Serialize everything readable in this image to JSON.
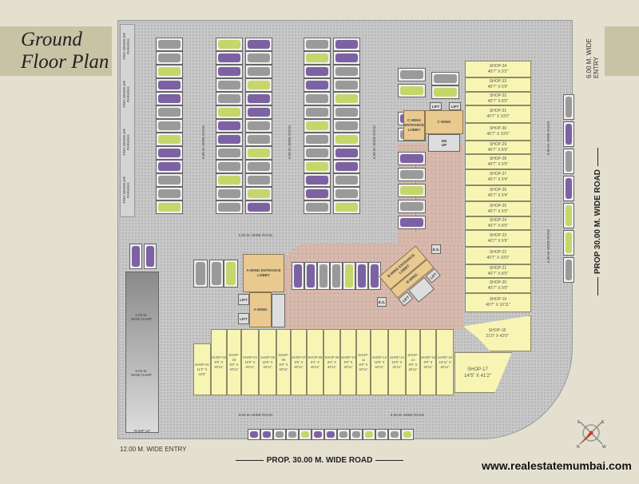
{
  "title_line1": "Ground",
  "title_line2": "Floor Plan",
  "entry_top": "6.00 M. WIDE ENTRY",
  "entry_bottom": "12.00 M. WIDE ENTRY",
  "road_bottom": "PROP. 30.00 M. WIDE ROAD",
  "road_right": "PROP 30.00 M. WIDE ROAD",
  "internal_road": "6.00 M. WIDE ROAD",
  "ramp": "6.00 M. WIDE RAMP",
  "ramp_up": "RAMP UP",
  "two_wheeler": "TWO WHEELER PARKING",
  "website": "www.realestatemumbai.com",
  "compass": {
    "n": "N",
    "s": "S",
    "e": "E",
    "w": "W"
  },
  "lift": "LIFT",
  "es": "E.S.",
  "dn": "DN",
  "up": "UP",
  "a_wing": {
    "lobby": "A-WING ENTRANCE LOBBY",
    "wing": "A-WING"
  },
  "b_wing": {
    "lobby": "B-WING ENTRANCE LOBBY",
    "wing": "B-WING"
  },
  "c_wing": {
    "lobby": "C-WING ENTRANCE LOBBY",
    "wing": "C-WING"
  },
  "colors": {
    "g": "#9a9a9a",
    "y": "#c7d66a",
    "p": "#7d62a3",
    "shop": "#f8f5b4",
    "paving": "#d8b9ae"
  },
  "parking_pattern": [
    "g",
    "g",
    "y",
    "p",
    "p",
    "g",
    "g",
    "y",
    "p",
    "p",
    "g",
    "g",
    "y"
  ],
  "right_shops": [
    {
      "name": "SHOP-34",
      "size": "40'7\" X 9'2\""
    },
    {
      "name": "SHOP-33",
      "size": "40'7\" X 9'0\""
    },
    {
      "name": "SHOP-32",
      "size": "40'7\" X 8'0\""
    },
    {
      "name": "SHOP-31",
      "size": "40'7\" X 10'0\""
    },
    {
      "name": "SHOP-30",
      "size": "40'7\" X 10'0\""
    },
    {
      "name": "SHOP-29",
      "size": "40'7\" X 8'0\""
    },
    {
      "name": "SHOP-28",
      "size": "40'7\" X 9'0\""
    },
    {
      "name": "SHOP-27",
      "size": "40'7\" X 9'4\""
    },
    {
      "name": "SHOP-26",
      "size": "40'7\" X 9'4\""
    },
    {
      "name": "SHOP-25",
      "size": "40'7\" X 9'0\""
    },
    {
      "name": "SHOP-24",
      "size": "40'7\" X 8'0\""
    },
    {
      "name": "SHOP-23",
      "size": "40'7\" X 9'9\""
    },
    {
      "name": "SHOP-22",
      "size": "40'7\" X 10'0\""
    },
    {
      "name": "SHOP-21",
      "size": "40'7\" X 8'0\""
    },
    {
      "name": "SHOP-20",
      "size": "40'7\" X 9'0\""
    },
    {
      "name": "SHOP-19",
      "size": "40'7\" X 10'11\""
    }
  ],
  "bottom_shops": [
    {
      "name": "SHOP-01",
      "size": "11'0\" X 33'5\""
    },
    {
      "name": "SHOP-02",
      "size": "9'0\" X 40'11\""
    },
    {
      "name": "SHOP-03",
      "size": "8'0\" X 40'11\""
    },
    {
      "name": "SHOP-04",
      "size": "10'0\" X 40'11\""
    },
    {
      "name": "SHOP-05",
      "size": "10'0\" X 40'11\""
    },
    {
      "name": "SHOP-06",
      "size": "8'0\" X 40'11\""
    },
    {
      "name": "SHOP-07",
      "size": "9'0\" X 40'11\""
    },
    {
      "name": "SHOP-08",
      "size": "9'4\" X 40'11\""
    },
    {
      "name": "SHOP-09",
      "size": "9'4\" X 40'11\""
    },
    {
      "name": "SHOP-10",
      "size": "9'0\" X 40'11\""
    },
    {
      "name": "SHOP-11",
      "size": "8'0\" X 40'11\""
    },
    {
      "name": "SHOP-12",
      "size": "10'0\" X 40'11\""
    },
    {
      "name": "SHOP-13",
      "size": "10'0\" X 40'11\""
    },
    {
      "name": "SHOP-14",
      "size": "8'0\" X 40'11\""
    },
    {
      "name": "SHOP-15",
      "size": "9'0\" X 40'11\""
    },
    {
      "name": "SHOP-16",
      "size": "10'11\" X 40'11\""
    }
  ],
  "shop17": {
    "name": "SHOP-17",
    "size": "14'5\" X 41'2\""
  },
  "shop18": {
    "name": "SHOP-18",
    "size": "21'0\" X 42'0\""
  }
}
